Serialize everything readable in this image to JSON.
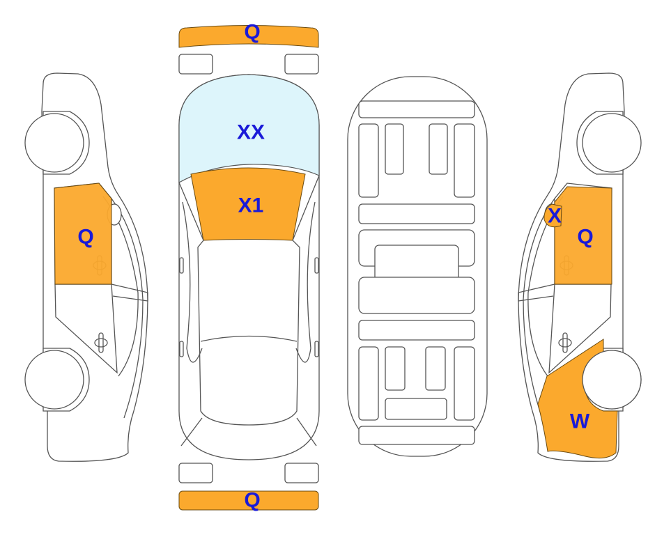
{
  "colors": {
    "damage": "#FBA92D",
    "glass": "#DDF5FB",
    "label": "#1A1AD8",
    "outline": "#555555"
  },
  "views": {
    "left_side": {
      "front_door": "Q"
    },
    "top": {
      "front_bumper": "Q",
      "windshield": "XX",
      "hood": "X1",
      "rear_bumper": "Q"
    },
    "right_side": {
      "mirror": "X",
      "front_door": "Q",
      "rear_quarter": "W"
    }
  }
}
